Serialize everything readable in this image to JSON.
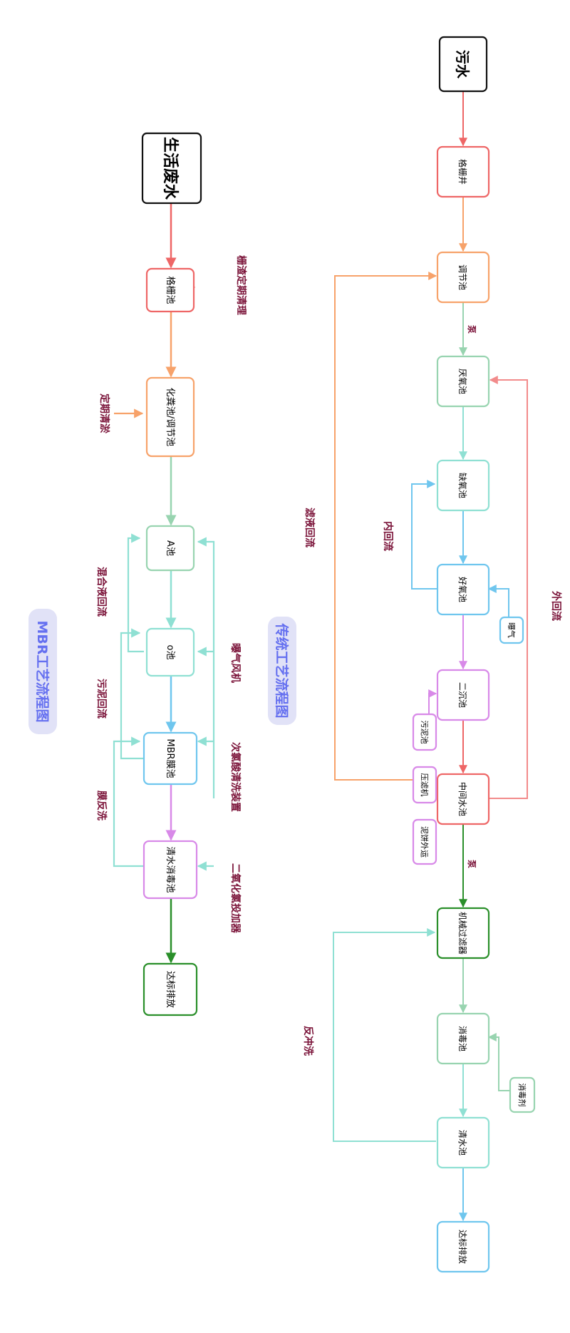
{
  "colors": {
    "red": "#ee6666",
    "orange": "#f7a26a",
    "mint": "#98d4b0",
    "teal": "#8fe0d3",
    "blue": "#6fc6ee",
    "violet": "#d889e8",
    "green": "#2a8f2a",
    "black": "#111111",
    "label": "#7a1238",
    "title": "#6570f0",
    "title_bg": "#e1e2f7"
  },
  "traditional": {
    "title": "传统工艺流程图",
    "nodes": {
      "source": "污水",
      "grille_well": "格栅井",
      "equalization": "调节池",
      "anaerobic": "厌氧池",
      "anoxic": "缺氧池",
      "aerobic": "好氧池",
      "secondary": "二沉池",
      "intermediate": "中间水池",
      "mech_filter": "机械过滤器",
      "disinfection": "消毒池",
      "clear_water": "清水池",
      "discharge": "达标排放",
      "aeration": "曝气",
      "disinfectant": "消毒剂",
      "sludge_tank": "污泥池",
      "filter_press": "压滤机",
      "cake_out": "泥饼外运"
    },
    "labels": {
      "pump1": "泵",
      "pump2": "泵",
      "internal_reflux": "内回流",
      "external_reflux": "外回流",
      "filtrate_return": "滤液回流",
      "backwash": "反冲洗"
    }
  },
  "mbr": {
    "title": "MBR工艺流程图",
    "nodes": {
      "source": "生活废水",
      "grille_tank": "格栅池",
      "septic": "化粪池/调节池",
      "a_tank": "A池",
      "o_tank": "o池",
      "mbr_tank": "MBR膜池",
      "disinfect": "清水消毒池",
      "discharge": "达标排放"
    },
    "labels": {
      "screen_clean": "栅渣定期清理",
      "desludge": "定期清淤",
      "mixed_reflux": "混合液回流",
      "sludge_reflux": "污泥回流",
      "membrane_backwash": "膜反洗",
      "blower": "曝气风机",
      "hypochlorite": "次氯酸清洗装置",
      "chlorine_dioxide": "二氧化氯投加器"
    }
  }
}
